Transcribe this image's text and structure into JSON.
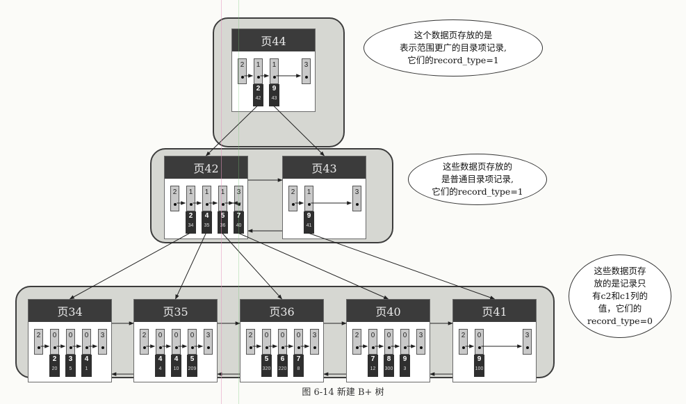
{
  "caption": "图 6-14 新建 B+ 树",
  "colors": {
    "title_bg": "#3b3b3b",
    "cluster_bg": "#d6d7d2",
    "key_bg": "#2f2f2f",
    "record_bg": "#c9c9c9"
  },
  "root": {
    "title": "页44",
    "records": [
      {
        "type": "2",
        "key": null
      },
      {
        "type": "1",
        "key": {
          "c2": "2",
          "val": "42"
        }
      },
      {
        "type": "1",
        "key": {
          "c2": "9",
          "val": "43"
        }
      },
      {
        "type": "3",
        "key": null
      }
    ]
  },
  "level1": [
    {
      "title": "页42",
      "records": [
        {
          "type": "2",
          "key": null
        },
        {
          "type": "1",
          "key": {
            "c2": "2",
            "val": "34"
          }
        },
        {
          "type": "1",
          "key": {
            "c2": "4",
            "val": "35"
          }
        },
        {
          "type": "1",
          "key": {
            "c2": "5",
            "val": "36"
          }
        },
        {
          "type": "1",
          "key": {
            "c2": "7",
            "val": "40"
          }
        },
        {
          "type": "3",
          "key": null
        }
      ]
    },
    {
      "title": "页43",
      "records": [
        {
          "type": "2",
          "key": null
        },
        {
          "type": "1",
          "key": {
            "c2": "9",
            "val": "41"
          }
        },
        {
          "type": "3",
          "key": null
        }
      ]
    }
  ],
  "leaves": [
    {
      "title": "页34",
      "records": [
        {
          "type": "2",
          "key": null
        },
        {
          "type": "0",
          "key": {
            "c2": "2",
            "val": "20"
          }
        },
        {
          "type": "0",
          "key": {
            "c2": "3",
            "val": "5"
          }
        },
        {
          "type": "0",
          "key": {
            "c2": "4",
            "val": "1"
          }
        },
        {
          "type": "3",
          "key": null
        }
      ]
    },
    {
      "title": "页35",
      "records": [
        {
          "type": "2",
          "key": null
        },
        {
          "type": "0",
          "key": {
            "c2": "4",
            "val": "4"
          }
        },
        {
          "type": "0",
          "key": {
            "c2": "4",
            "val": "10"
          }
        },
        {
          "type": "0",
          "key": {
            "c2": "5",
            "val": "209"
          }
        },
        {
          "type": "3",
          "key": null
        }
      ]
    },
    {
      "title": "页36",
      "records": [
        {
          "type": "2",
          "key": null
        },
        {
          "type": "0",
          "key": {
            "c2": "5",
            "val": "320"
          }
        },
        {
          "type": "0",
          "key": {
            "c2": "6",
            "val": "220"
          }
        },
        {
          "type": "0",
          "key": {
            "c2": "7",
            "val": "8"
          }
        },
        {
          "type": "3",
          "key": null
        }
      ]
    },
    {
      "title": "页40",
      "records": [
        {
          "type": "2",
          "key": null
        },
        {
          "type": "0",
          "key": {
            "c2": "7",
            "val": "12"
          }
        },
        {
          "type": "0",
          "key": {
            "c2": "8",
            "val": "300"
          }
        },
        {
          "type": "0",
          "key": {
            "c2": "9",
            "val": "3"
          }
        },
        {
          "type": "3",
          "key": null
        }
      ]
    },
    {
      "title": "页41",
      "records": [
        {
          "type": "2",
          "key": null
        },
        {
          "type": "0",
          "key": {
            "c2": "9",
            "val": "100"
          }
        },
        {
          "type": "3",
          "key": null
        }
      ]
    }
  ],
  "notes": {
    "root": [
      "这个数据页存放的是",
      "表示范围更广的目录项记录,",
      "它们的record_type=1"
    ],
    "level1": [
      "这些数据页存放的",
      "是普通目录项记录,",
      "它们的record_type=1"
    ],
    "leaves": [
      "这些数据页存",
      "放的是记录只",
      "有c2和c1列的",
      "值，它们的",
      "record_type=0"
    ]
  }
}
